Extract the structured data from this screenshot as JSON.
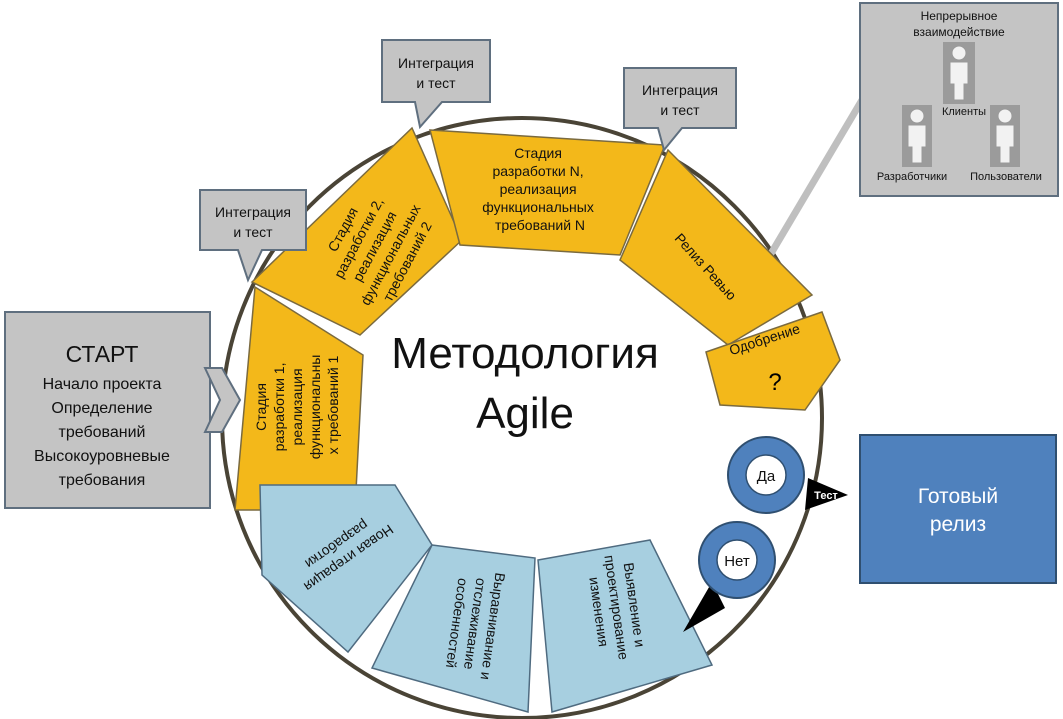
{
  "title": {
    "line1": "Методология",
    "line2": "Agile"
  },
  "start": {
    "heading": "СТАРТ",
    "lines": [
      "Начало проекта",
      "Определение",
      "требований",
      "Высокоуровневые",
      "требования"
    ]
  },
  "stages": {
    "stage1": [
      "Стадия",
      "разработки 1,",
      "реализация",
      "функциональны",
      "х требований 1"
    ],
    "stage2": [
      "Стадия",
      "разработки 2,",
      "реализация",
      "функциональных",
      "требований 2"
    ],
    "stageN": [
      "Стадия",
      "разработки N,",
      "реализация",
      "функциональных",
      "требований N"
    ],
    "release_review": "Релиз  Ревью",
    "approval": "Одобрение",
    "approval_mark": "?",
    "identify": [
      "Выявление и",
      "проектирование",
      "изменения"
    ],
    "align": [
      "Выравнивание и",
      "отслеживание",
      "особенностей"
    ],
    "new_iteration": [
      "Новая итерация",
      "разработки"
    ]
  },
  "callouts": {
    "integration": [
      "Интеграция",
      "и тест"
    ]
  },
  "decision": {
    "yes": "Да",
    "no": "Нет",
    "test": "Тест"
  },
  "release": [
    "Готовый",
    "релиз"
  ],
  "stakeholders": {
    "title": [
      "Непрерывное",
      "взаимодействие"
    ],
    "clients": "Клиенты",
    "developers": "Разработчики",
    "users": "Пользователи"
  },
  "colors": {
    "gold": "#f3b81a",
    "light_blue": "#a7cfe0",
    "steel_blue": "#4f81bd",
    "grey": "#c4c4c4"
  }
}
